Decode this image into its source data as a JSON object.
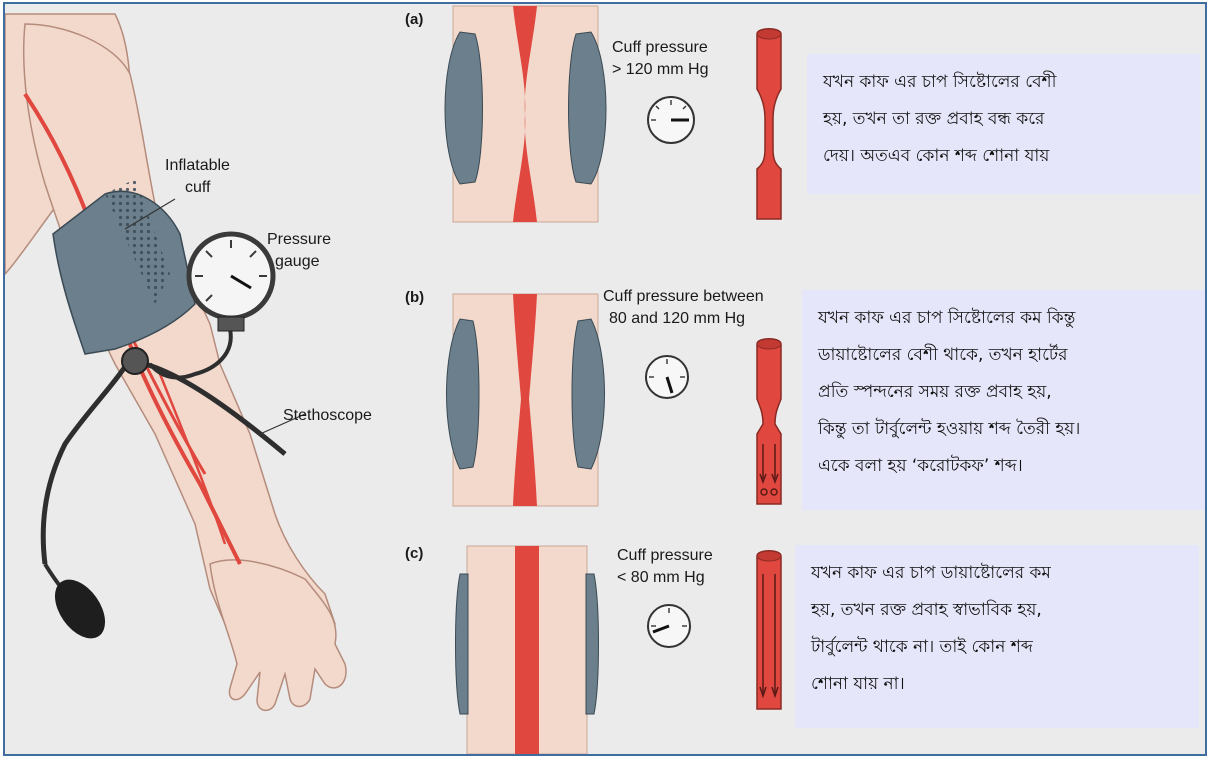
{
  "colors": {
    "frame": "#3f6da0",
    "background": "#ebebeb",
    "note_bg": "#e6e6fa",
    "artery": "#e0473f",
    "cuff": "#6b7f8c",
    "skin": "#f2d9cc"
  },
  "illustration": {
    "labels": {
      "cuff": [
        "Inflatable",
        "cuff"
      ],
      "gauge": [
        "Pressure",
        "gauge"
      ],
      "stethoscope": "Stethoscope"
    }
  },
  "panels": [
    {
      "letter": "(a)",
      "pressure": [
        "Cuff pressure",
        "> 120 mm Hg"
      ],
      "gauge_level": "high",
      "flow": "blocked",
      "note": "যখন কাফ এর চাপ সিষ্টোলের বেশী\nহয়, তখন তা রক্ত প্রবাহ বন্ধ করে\nদেয়। অতএব কোন শব্দ শোনা যায়"
    },
    {
      "letter": "(b)",
      "pressure": [
        "Cuff pressure between",
        "80 and 120 mm Hg"
      ],
      "gauge_level": "medium",
      "flow": "turbulent",
      "note": "যখন কাফ এর চাপ সিষ্টোলের কম কিন্তু\nডায়াষ্টোলের বেশী থাকে, তখন হার্টের\nপ্রতি স্পন্দনের সময় রক্ত প্রবাহ হয়,\nকিন্তু তা টার্বুলেন্ট হওয়ায় শব্দ তৈরী হয়।\nএকে বলা হয় ‘করোটকফ’ শব্দ।"
    },
    {
      "letter": "(c)",
      "pressure": [
        "Cuff pressure",
        "< 80 mm Hg"
      ],
      "gauge_level": "low",
      "flow": "normal",
      "note": "যখন কাফ এর চাপ ডায়াষ্টোলের কম\nহয়, তখন রক্ত প্রবাহ স্বাভাবিক হয়,\nটার্বুলেন্ট থাকে না। তাই কোন শব্দ\nশোনা যায় না।"
    }
  ]
}
